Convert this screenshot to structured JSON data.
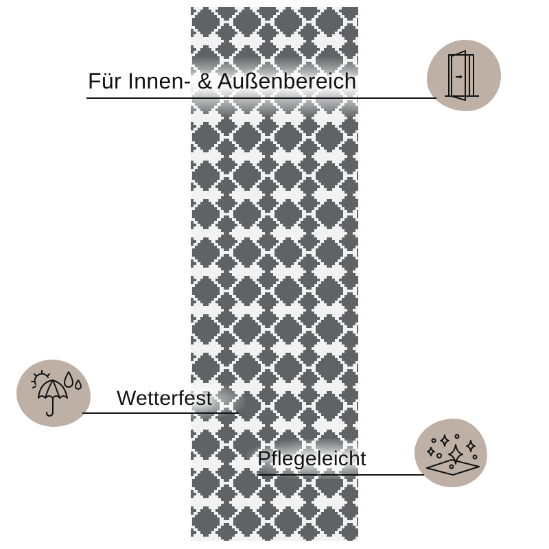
{
  "product": {
    "type": "runner rug",
    "pattern": "stepped diamond trellis",
    "colors": {
      "field": "#606265",
      "trellis": "#f2f2f2",
      "badge": "#bfb0a6",
      "text": "#111111"
    }
  },
  "features": [
    {
      "label": "Für Innen- & Außenbereich",
      "icon": "door-open-icon"
    },
    {
      "label": "Wetterfest",
      "icon": "weather-umbrella-icon"
    },
    {
      "label": "Pflegeleicht",
      "icon": "sparkle-clean-icon"
    }
  ]
}
